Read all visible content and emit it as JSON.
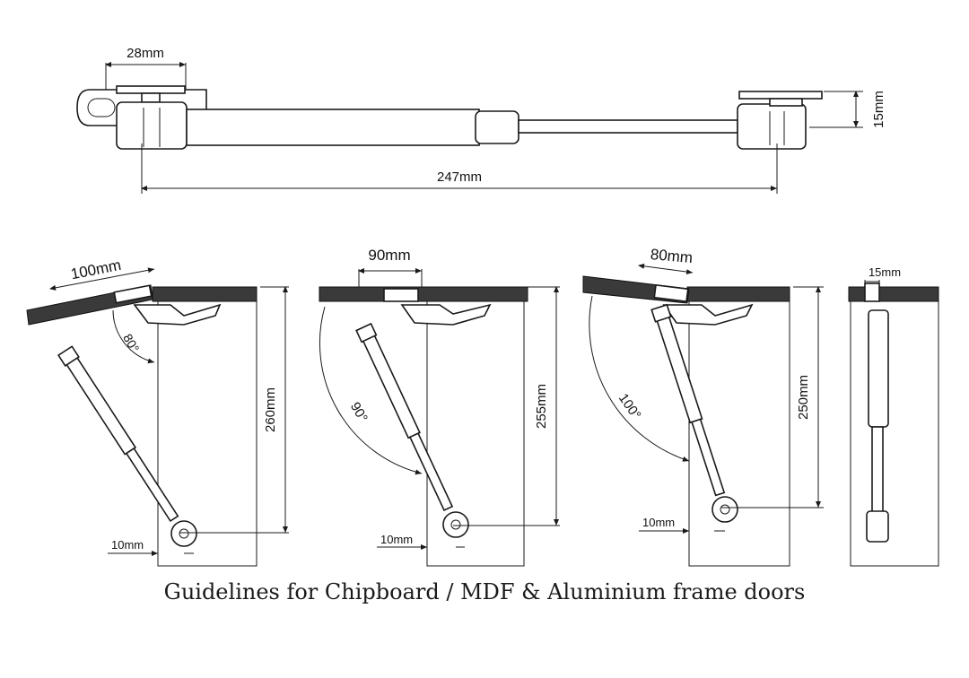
{
  "top_view": {
    "dim_width": "28mm",
    "dim_length": "247mm",
    "dim_height": "15mm"
  },
  "installs": [
    {
      "door_offset": "100mm",
      "angle": "80°",
      "height": "260mm",
      "base_offset": "10mm"
    },
    {
      "door_offset": "90mm",
      "angle": "90°",
      "height": "255mm",
      "base_offset": "10mm"
    },
    {
      "door_offset": "80mm",
      "angle": "100°",
      "height": "250mm",
      "base_offset": "10mm"
    }
  ],
  "side_view": {
    "dim_thickness": "15mm"
  },
  "caption": "Guidelines for Chipboard / MDF & Aluminium frame doors",
  "colors": {
    "ink": "#1a1a1a",
    "board": "#3a3a3a",
    "background": "#ffffff"
  }
}
